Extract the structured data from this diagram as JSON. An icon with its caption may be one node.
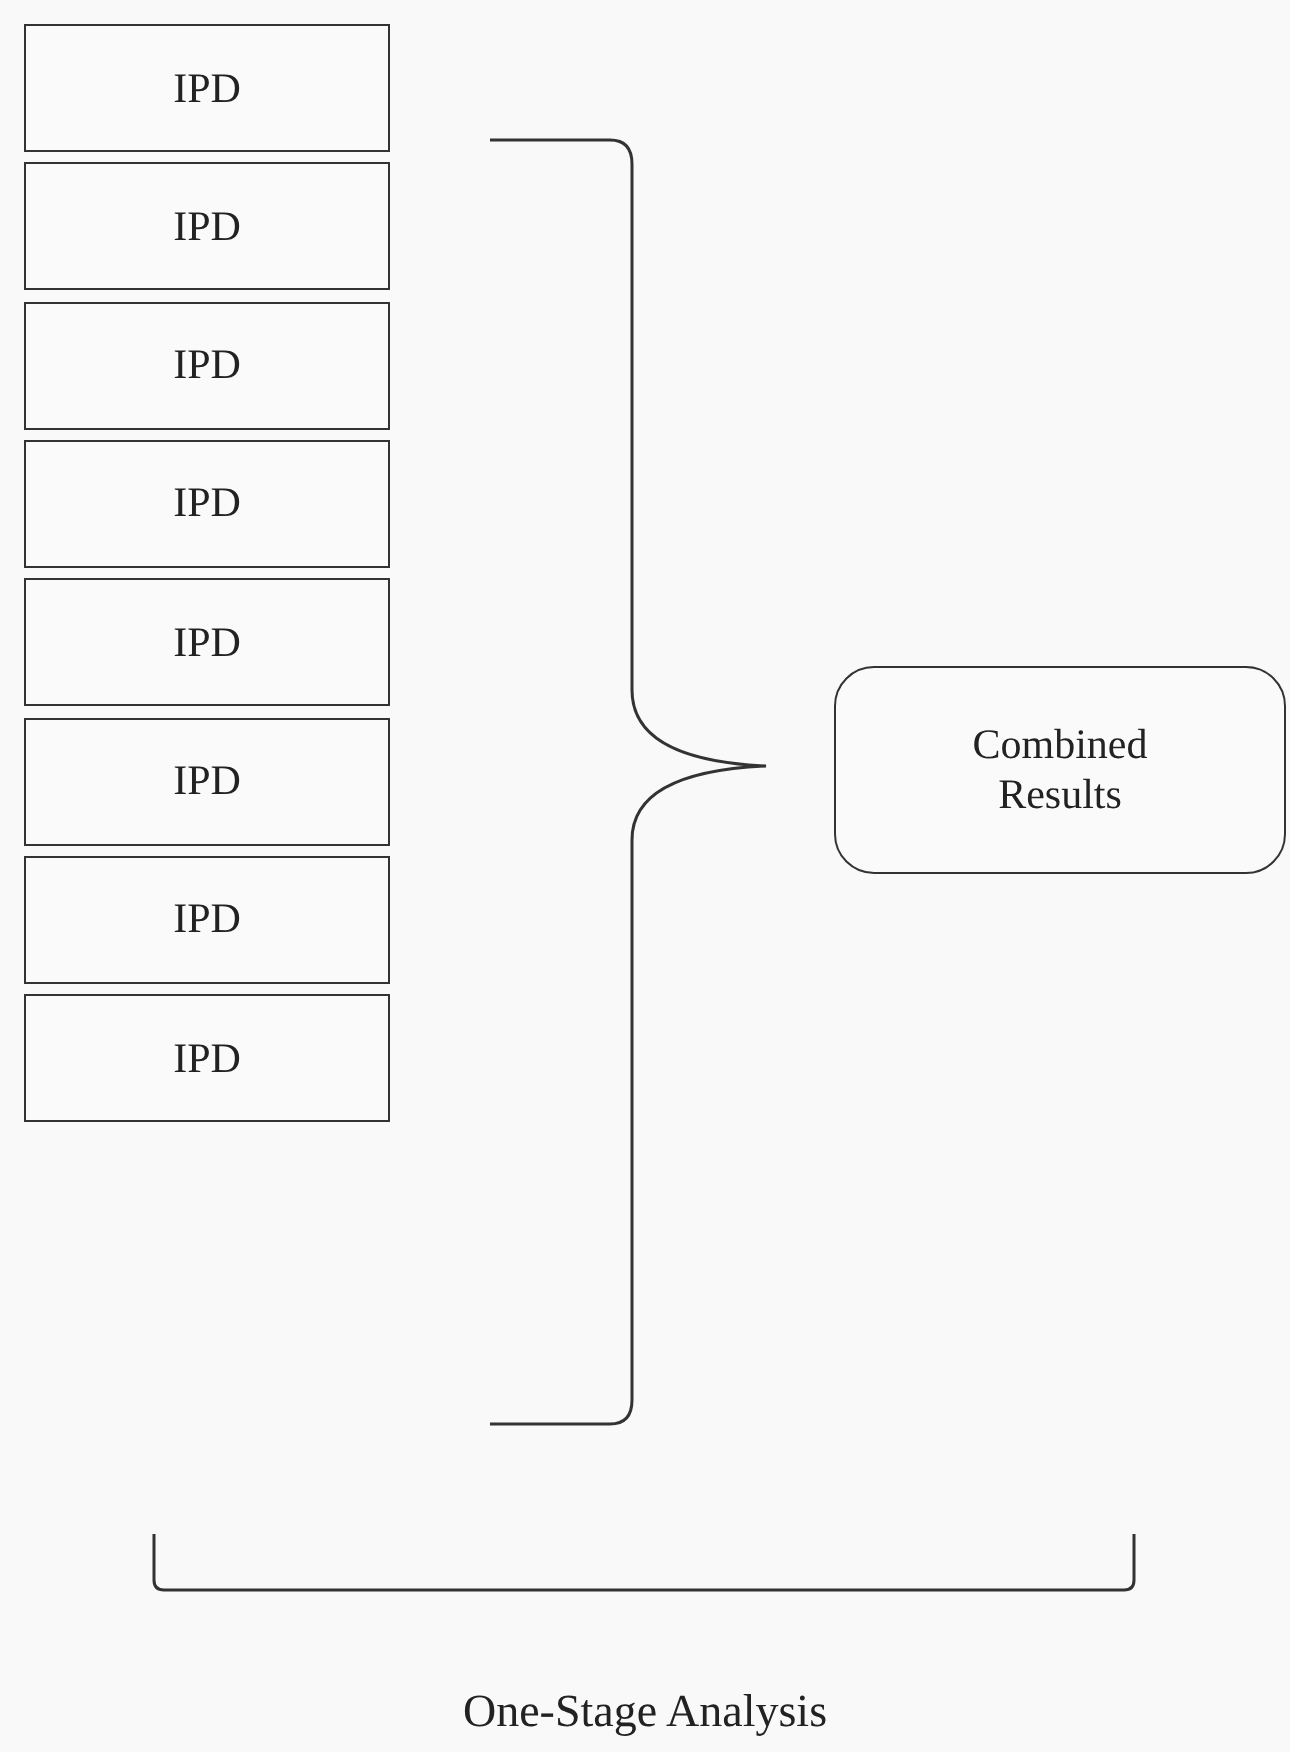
{
  "diagram": {
    "nodes": [
      {
        "text": [
          "IPD"
        ]
      },
      {
        "text": [
          "IPD"
        ]
      },
      {
        "text": [
          "IPD"
        ]
      },
      {
        "text": [
          "IPD"
        ]
      },
      {
        "text": [
          "IPD"
        ]
      },
      {
        "text": [
          "IPD"
        ]
      },
      {
        "text": [
          "IPD"
        ]
      },
      {
        "text": [
          "IPD"
        ]
      },
      {
        "text": [
          "Combined Results"
        ]
      }
    ],
    "labels": [
      "One-Stage Analysis"
    ]
  }
}
